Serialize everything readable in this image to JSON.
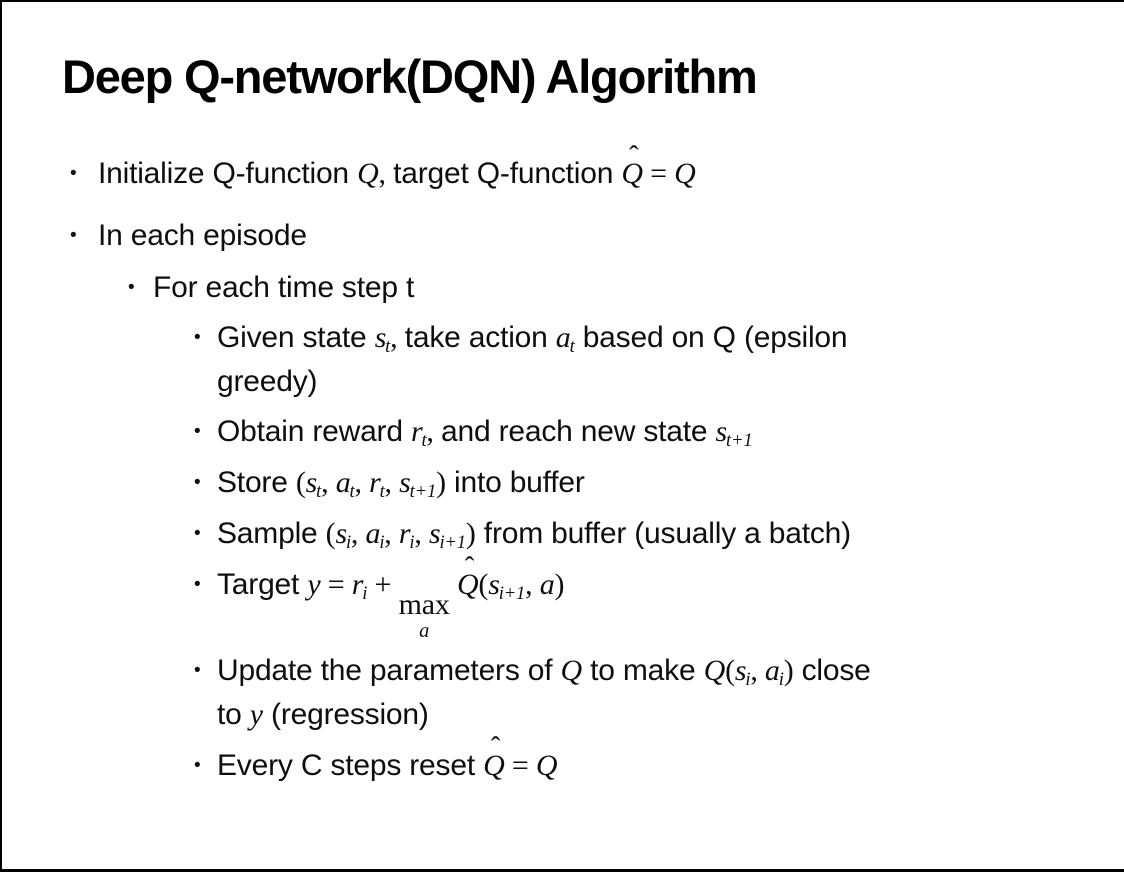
{
  "slide": {
    "title": "Deep Q-network(DQN) Algorithm",
    "bullet_char": "•",
    "bullets": [
      {
        "level": 1,
        "segments": [
          [
            "t",
            "Initialize Q-function "
          ],
          [
            "v",
            "Q"
          ],
          [
            "m",
            ", "
          ],
          [
            "t",
            "target Q-function "
          ],
          [
            "hat",
            "Q"
          ],
          [
            "m",
            " = "
          ],
          [
            "v",
            "Q"
          ]
        ]
      },
      {
        "level": 1,
        "segments": [
          [
            "t",
            "In each episode"
          ]
        ]
      },
      {
        "level": 2,
        "segments": [
          [
            "t",
            "For each time step t"
          ]
        ]
      },
      {
        "level": 3,
        "segments": [
          [
            "t",
            "Given state "
          ],
          [
            "v",
            "s"
          ],
          [
            "s",
            "t"
          ],
          [
            "m",
            ", "
          ],
          [
            "t",
            "take action "
          ],
          [
            "v",
            "a"
          ],
          [
            "s",
            "t"
          ],
          [
            "t",
            " based on Q (epsilon"
          ],
          [
            "br",
            ""
          ],
          [
            "t",
            "greedy)"
          ]
        ]
      },
      {
        "level": 3,
        "segments": [
          [
            "t",
            "Obtain reward "
          ],
          [
            "v",
            "r"
          ],
          [
            "s",
            "t"
          ],
          [
            "m",
            ", "
          ],
          [
            "t",
            "and reach new state "
          ],
          [
            "v",
            "s"
          ],
          [
            "s",
            "t+1"
          ]
        ]
      },
      {
        "level": 3,
        "segments": [
          [
            "t",
            "Store "
          ],
          [
            "m",
            "("
          ],
          [
            "v",
            "s"
          ],
          [
            "s",
            "t"
          ],
          [
            "m",
            ", "
          ],
          [
            "v",
            "a"
          ],
          [
            "s",
            "t"
          ],
          [
            "m",
            ", "
          ],
          [
            "v",
            "r"
          ],
          [
            "s",
            "t"
          ],
          [
            "m",
            ", "
          ],
          [
            "v",
            "s"
          ],
          [
            "s",
            "t+1"
          ],
          [
            "m",
            ")"
          ],
          [
            "t",
            " into buffer"
          ]
        ]
      },
      {
        "level": 3,
        "segments": [
          [
            "t",
            "Sample "
          ],
          [
            "m",
            "("
          ],
          [
            "v",
            "s"
          ],
          [
            "s",
            "i"
          ],
          [
            "m",
            ", "
          ],
          [
            "v",
            "a"
          ],
          [
            "s",
            "i"
          ],
          [
            "m",
            ", "
          ],
          [
            "v",
            "r"
          ],
          [
            "s",
            "i"
          ],
          [
            "m",
            ", "
          ],
          [
            "v",
            "s"
          ],
          [
            "s",
            "i+1"
          ],
          [
            "m",
            ")"
          ],
          [
            "t",
            " from buffer (usually a batch)"
          ]
        ]
      },
      {
        "level": 3,
        "segments": [
          [
            "t",
            "Target "
          ],
          [
            "v",
            "y"
          ],
          [
            "m",
            " = "
          ],
          [
            "v",
            "r"
          ],
          [
            "s",
            "i"
          ],
          [
            "m",
            " + "
          ],
          [
            "max",
            "max",
            "a"
          ],
          [
            "m",
            " "
          ],
          [
            "hat",
            "Q"
          ],
          [
            "m",
            "("
          ],
          [
            "v",
            "s"
          ],
          [
            "s",
            "i+1"
          ],
          [
            "m",
            ", "
          ],
          [
            "v",
            "a"
          ],
          [
            "m",
            ")"
          ]
        ]
      },
      {
        "level": 3,
        "segments": [
          [
            "t",
            "Update the parameters of "
          ],
          [
            "v",
            "Q"
          ],
          [
            "t",
            " to make "
          ],
          [
            "v",
            "Q"
          ],
          [
            "m",
            "("
          ],
          [
            "v",
            "s"
          ],
          [
            "s",
            "i"
          ],
          [
            "m",
            ", "
          ],
          [
            "v",
            "a"
          ],
          [
            "s",
            "i"
          ],
          [
            "m",
            ")"
          ],
          [
            "t",
            " close"
          ],
          [
            "br",
            ""
          ],
          [
            "t",
            "to "
          ],
          [
            "v",
            "y"
          ],
          [
            "t",
            " (regression)"
          ]
        ]
      },
      {
        "level": 3,
        "segments": [
          [
            "t",
            "Every C steps reset "
          ],
          [
            "hat",
            "Q"
          ],
          [
            "m",
            " = "
          ],
          [
            "v",
            "Q"
          ]
        ]
      }
    ]
  }
}
